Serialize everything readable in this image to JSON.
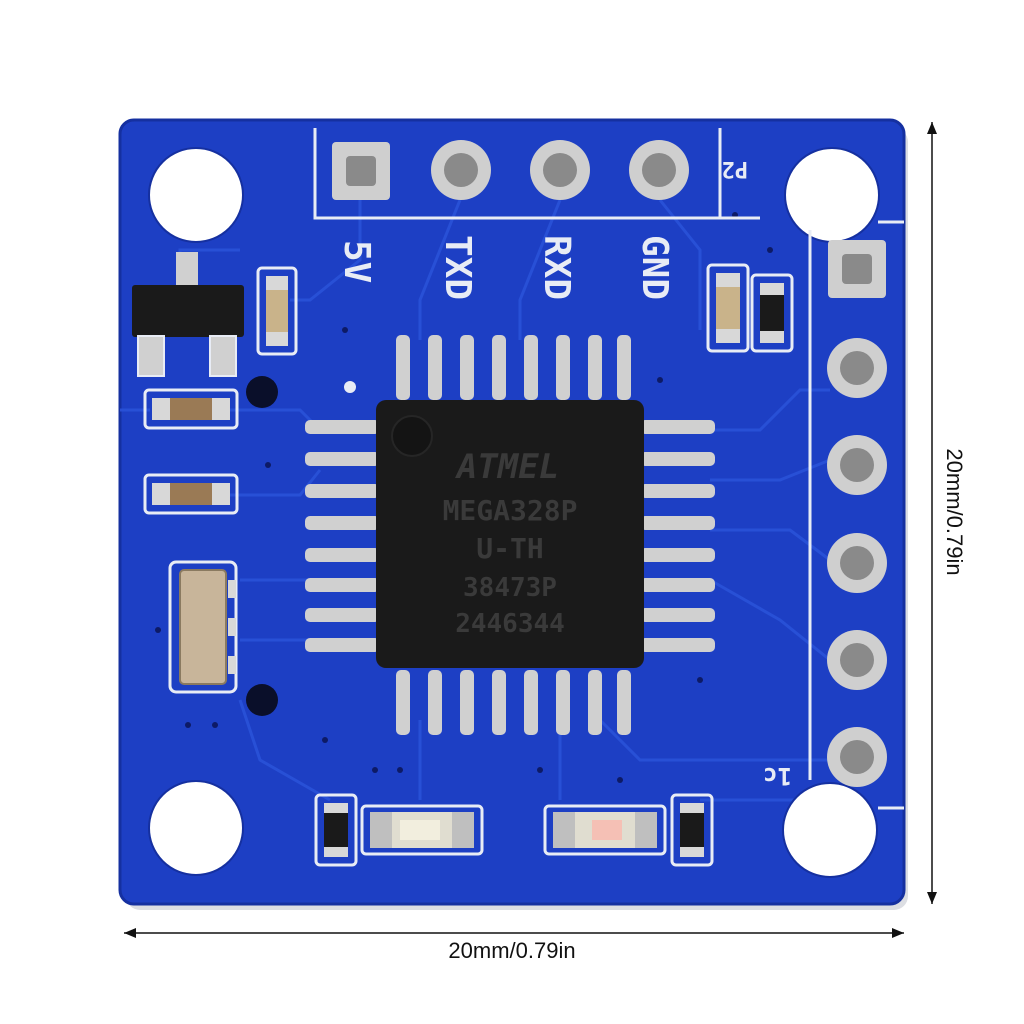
{
  "colors": {
    "pcb": "#1d3fc4",
    "pcb_edge": "#1530a0",
    "trace": "#2a52d8",
    "silkscreen": "#e8ecf5",
    "chip": "#1a1a1a",
    "pad": "#c9c9c9",
    "dimension_line": "#111111"
  },
  "header_pins": {
    "labels": [
      "5V",
      "TXD",
      "RXD",
      "GND"
    ],
    "connector_label": "P2"
  },
  "side_pins": {
    "count": 6,
    "pin1_label": "1c"
  },
  "chip": {
    "logo": "ATMEL",
    "part_line": "MEGA328P",
    "suffix_line": "U-TH",
    "code_line_1": "38473P",
    "code_line_2": "2446344"
  },
  "dimensions": {
    "width_label": "20mm/0.79in",
    "height_label": "20mm/0.79in"
  }
}
